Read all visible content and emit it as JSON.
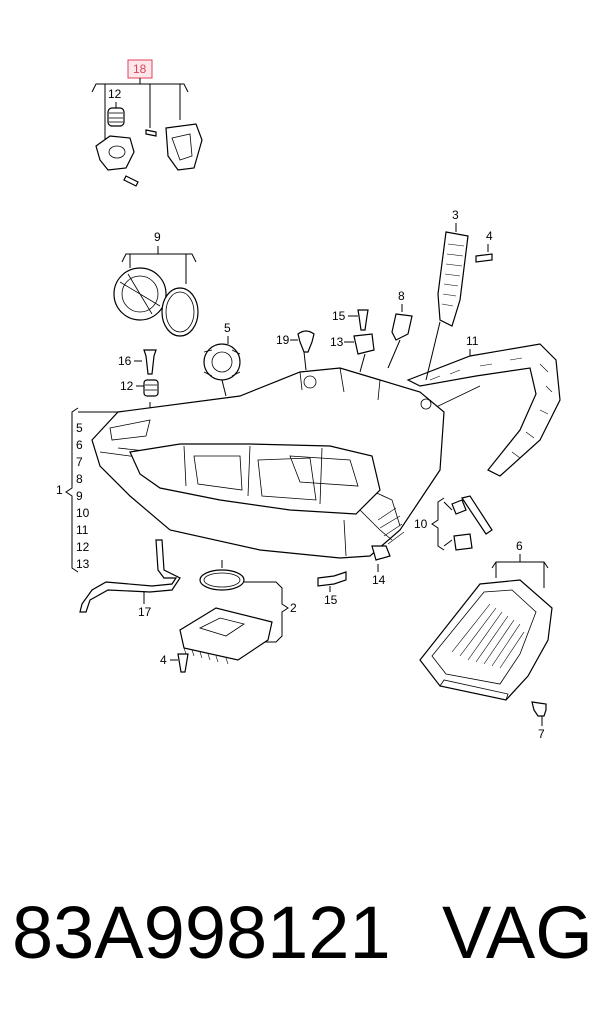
{
  "diagram": {
    "callouts": {
      "c18": "18",
      "c12a": "12",
      "c9": "9",
      "c3": "3",
      "c4a": "4",
      "c8": "8",
      "c15a": "15",
      "c13a": "13",
      "c19": "19",
      "c5a": "5",
      "c16": "16",
      "c12b": "12",
      "c11": "11",
      "c1": "1",
      "c10": "10",
      "c6": "6",
      "c14": "14",
      "c15b": "15",
      "c17": "17",
      "c2": "2",
      "c4b": "4",
      "c7": "7"
    },
    "group1_list": [
      "5",
      "6",
      "7",
      "8",
      "9",
      "10",
      "11",
      "12",
      "13"
    ],
    "highlight_color": "#e0425a"
  },
  "footer": {
    "part_number": "83A998121",
    "brand": "VAG"
  }
}
